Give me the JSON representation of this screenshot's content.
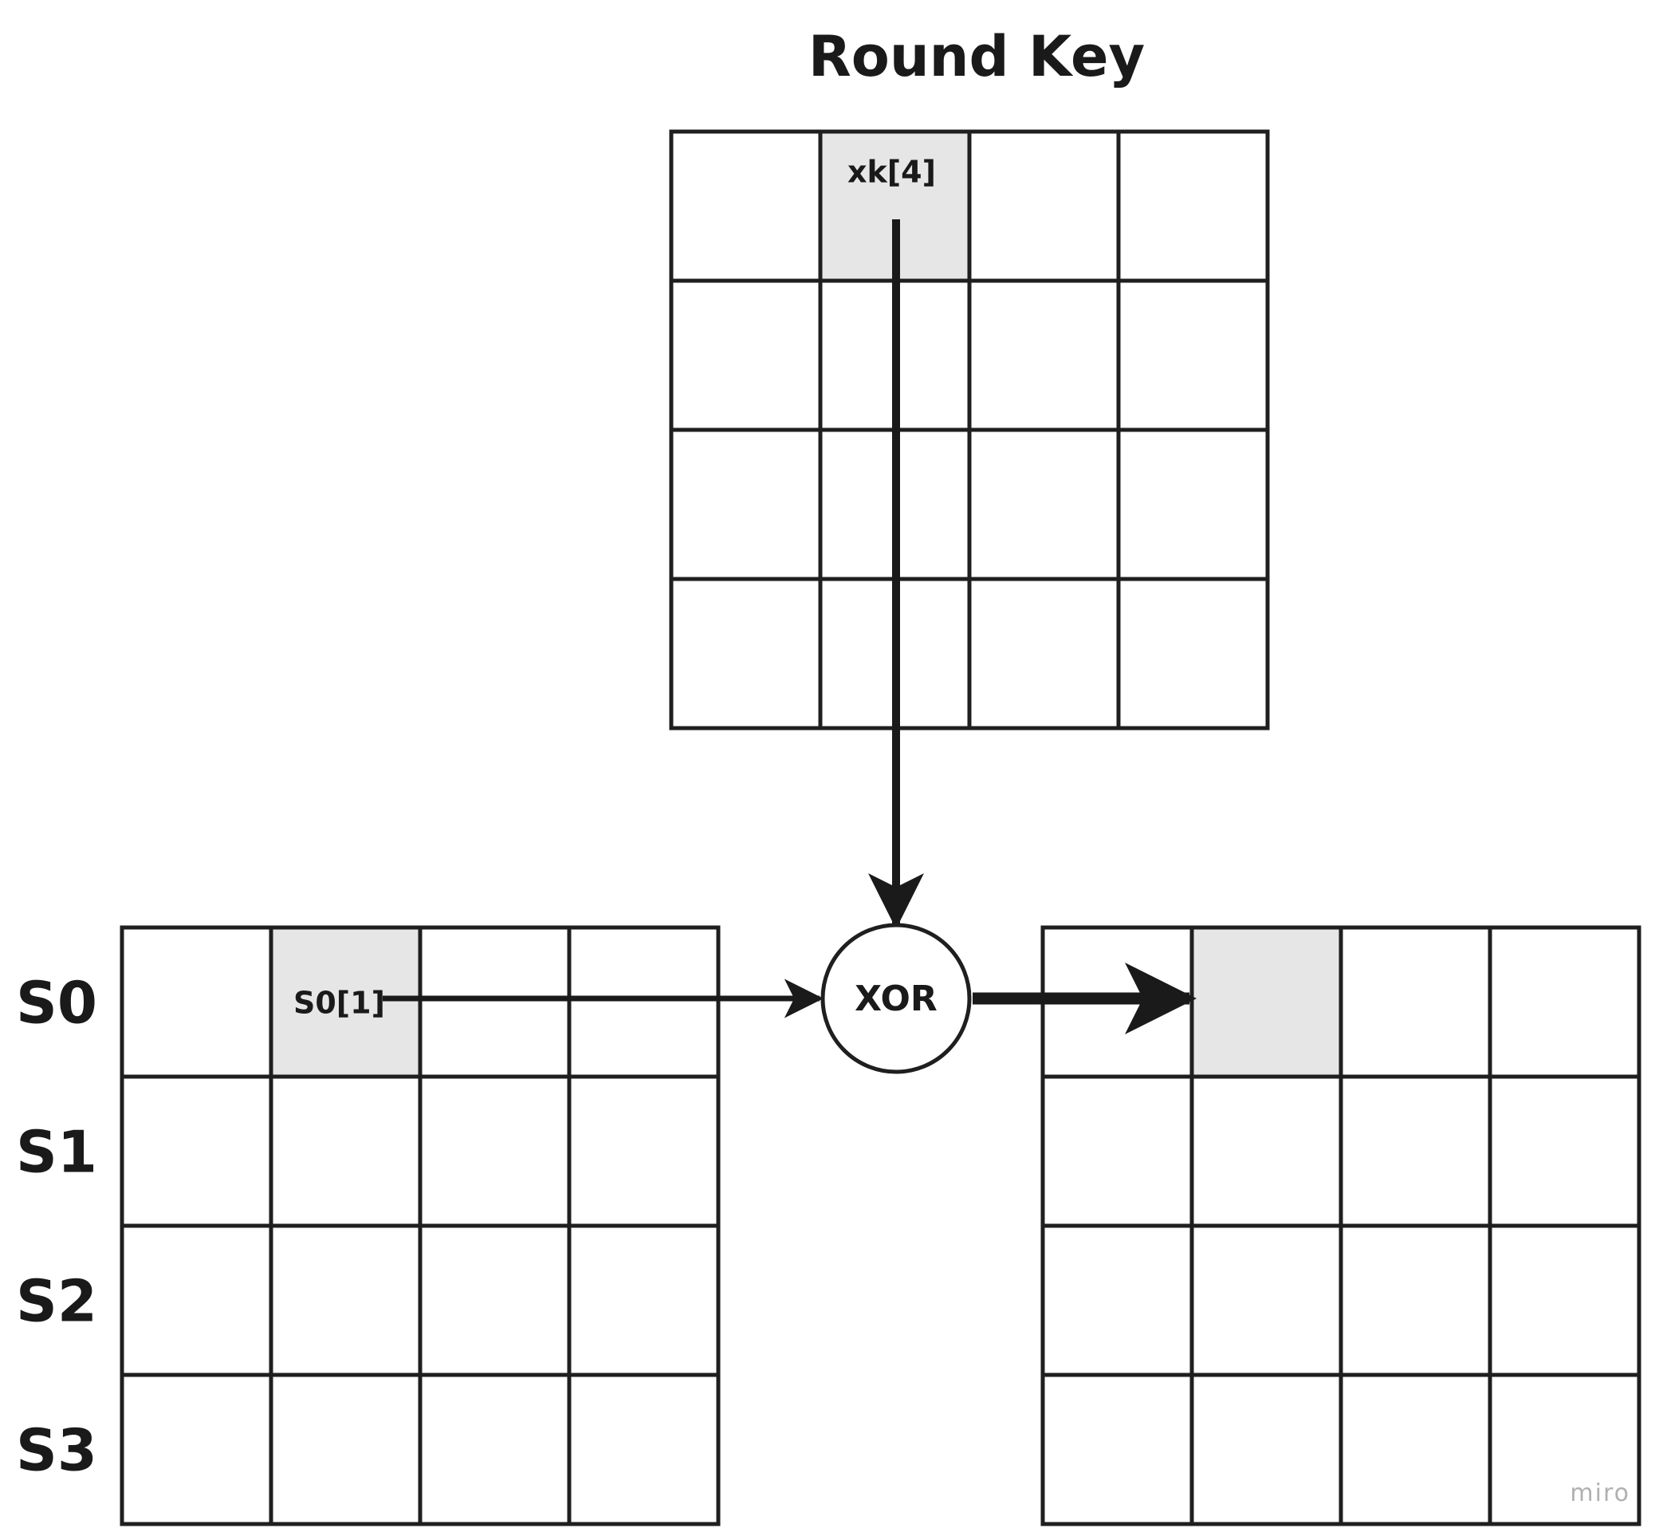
{
  "title": "Round Key",
  "colors": {
    "cell_fill": "#ffffff",
    "highlight_fill": "#e6e6e6",
    "stroke": "#1f1f1f",
    "text": "#1a1a1a",
    "watermark": "#b0b0b0"
  },
  "round_key": {
    "rows": 4,
    "cols": 4,
    "highlight": {
      "row": 0,
      "col": 1,
      "label": "xk[4]"
    }
  },
  "state": {
    "rows": 4,
    "cols": 4,
    "row_labels": [
      "S0",
      "S1",
      "S2",
      "S3"
    ],
    "highlight": {
      "row": 0,
      "col": 1,
      "label": "S0[1]"
    }
  },
  "result": {
    "rows": 4,
    "cols": 4,
    "highlight": {
      "row": 0,
      "col": 1,
      "label": ""
    }
  },
  "operator": {
    "label": "XOR"
  },
  "watermark": "miro"
}
